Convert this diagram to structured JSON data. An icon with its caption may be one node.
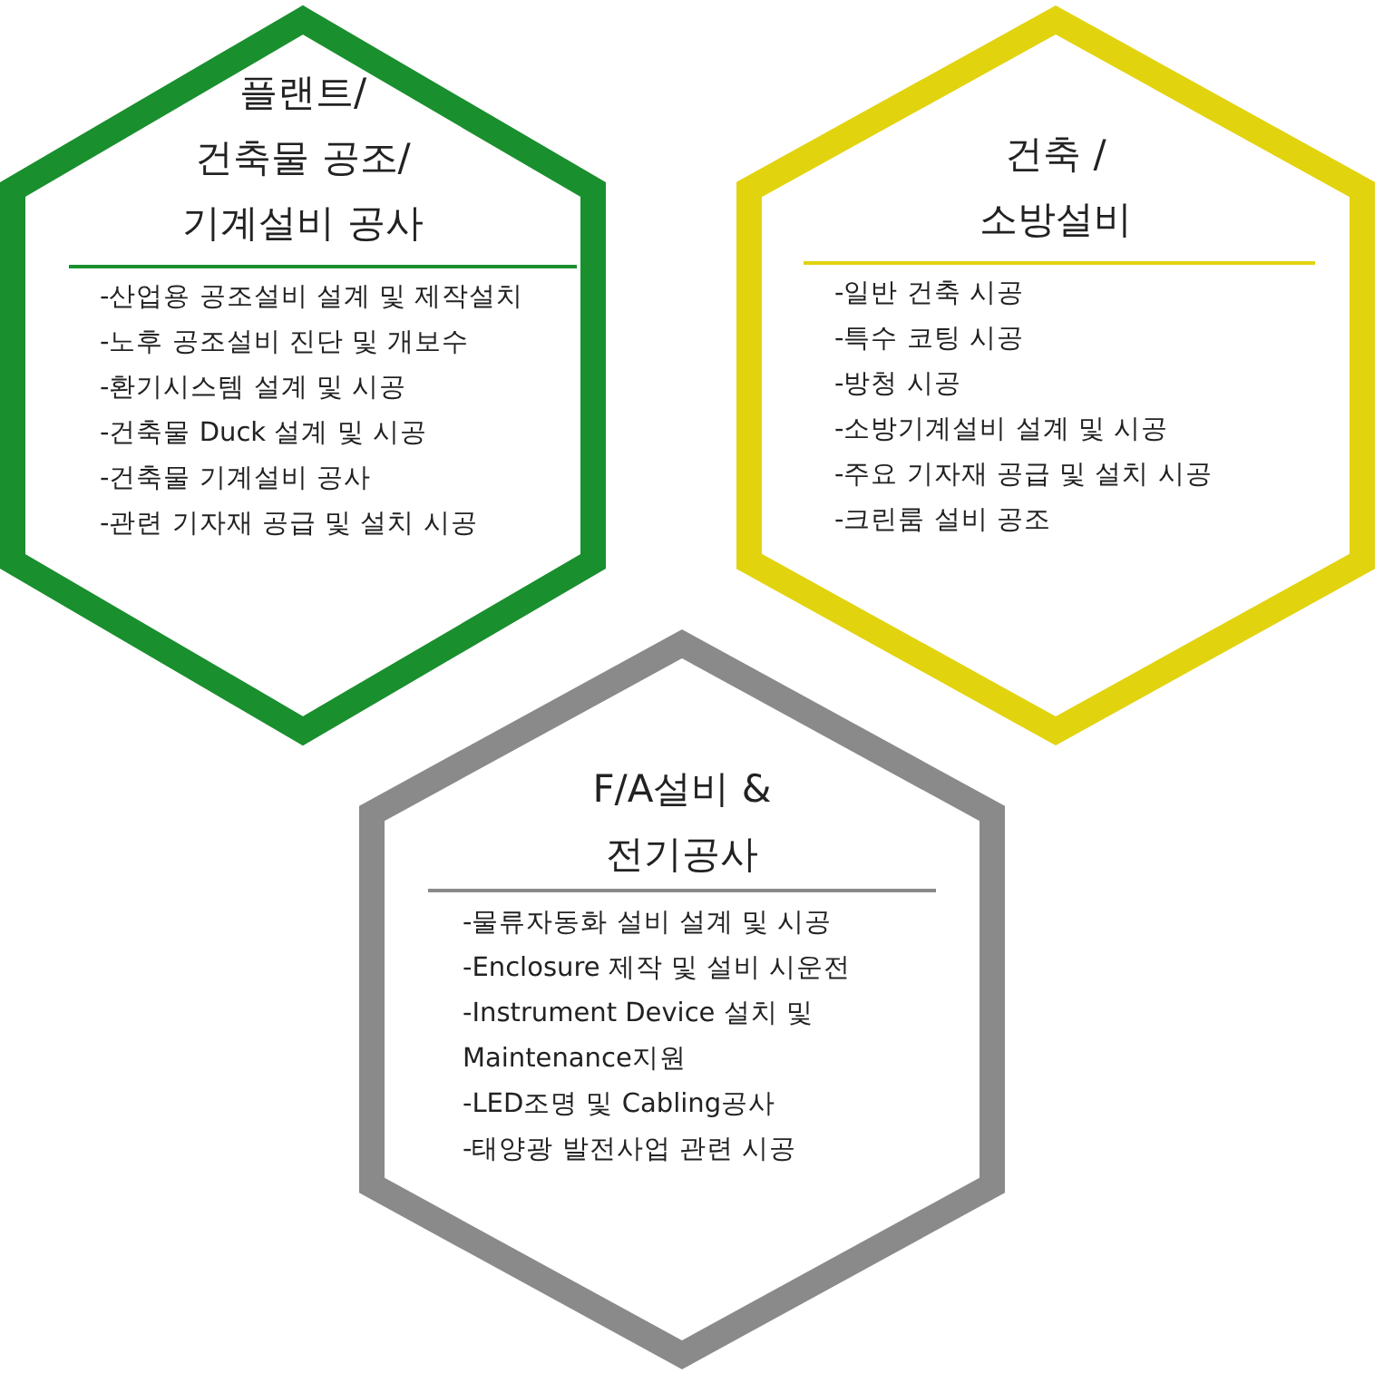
{
  "diagram": {
    "nodes": [
      {
        "text": [
          "플랜트/ 건축물 공조/ 기계설비 공사",
          "-산업용 공조설비 설계 및 제작설치",
          "-노후 공조설비 진단 및 개보수",
          "-환기시스템 설계 및 시공",
          "-건축물 Duck 설계 및 시공",
          "-건축물 기계설비 공사",
          "-관련 기자재 공급 및 설치 시공"
        ]
      },
      {
        "text": [
          "건축 / 소방설비",
          "-일반 건축 시공",
          "-특수 코팅 시공",
          "-방청 시공",
          "-소방기계설비 설계 및 시공",
          "-주요 기자재 공급 및 설치 시공",
          "-크린룸 설비 공조"
        ]
      },
      {
        "text": [
          "F/A설비 & 전기공사",
          "-물류자동화 설비 설계 및 시공",
          "-Enclosure 제작 및 설비 시운전",
          "-Instrument Device 설치 및 Maintenance지원",
          "-LED조명 및 Cabling공사",
          "-태양광 발전사업 관련 시공"
        ]
      }
    ]
  }
}
